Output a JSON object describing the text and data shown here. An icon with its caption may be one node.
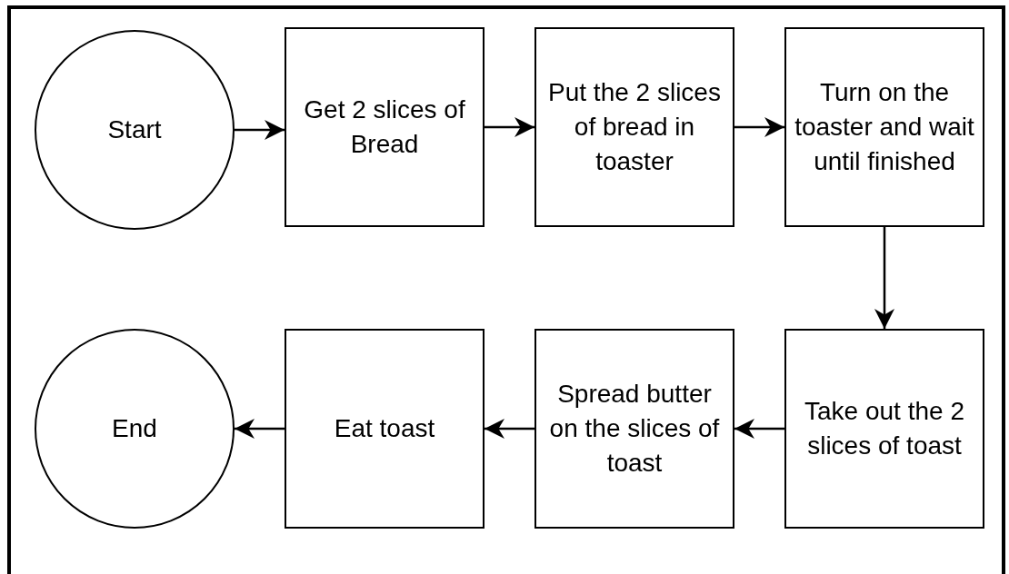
{
  "diagram": {
    "nodes": [
      {
        "text": [
          "Start"
        ]
      },
      {
        "text": [
          "Get 2 slices of Bread"
        ]
      },
      {
        "text": [
          "Put the 2 slices of bread in toaster"
        ]
      },
      {
        "text": [
          "Turn on the toaster and wait until finished"
        ]
      },
      {
        "text": [
          "Take out the 2 slices of toast"
        ]
      },
      {
        "text": [
          "Spread butter on the slices of toast"
        ]
      },
      {
        "text": [
          "Eat toast"
        ]
      },
      {
        "text": [
          "End"
        ]
      }
    ],
    "edges": [
      {
        "from": 0,
        "to": 1,
        "arrow": "to"
      },
      {
        "from": 1,
        "to": 2,
        "arrow": "to"
      },
      {
        "from": 2,
        "to": 3,
        "arrow": "to"
      },
      {
        "from": 3,
        "to": 4,
        "arrow": "to"
      },
      {
        "from": 4,
        "to": 5,
        "arrow": "to"
      },
      {
        "from": 5,
        "to": 6,
        "arrow": "to"
      },
      {
        "from": 6,
        "to": 7,
        "arrow": "to"
      }
    ]
  }
}
